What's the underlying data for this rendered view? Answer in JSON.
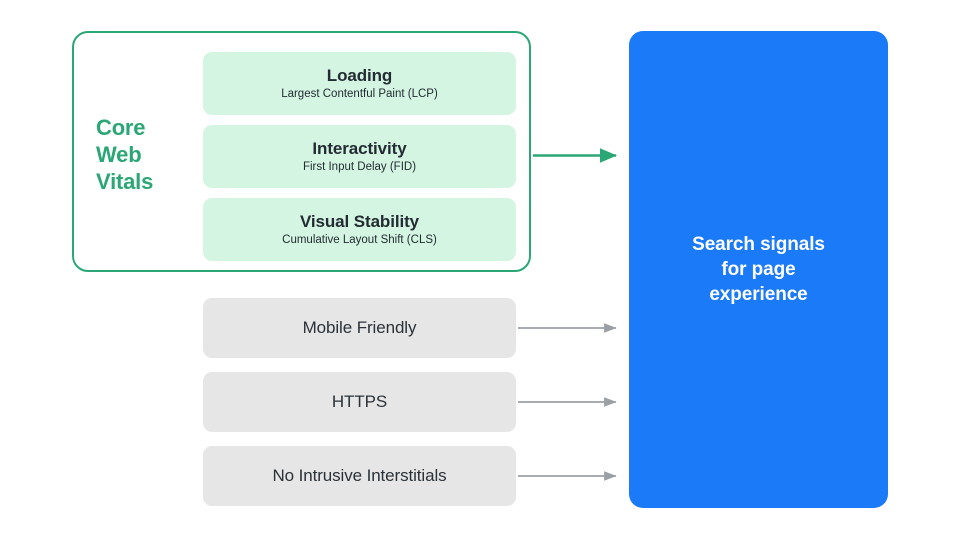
{
  "diagram": {
    "title": "Search signals for page experience",
    "background": "#FFFFFF",
    "colors": {
      "green_accent": "#2BA775",
      "mint_fill": "#D5F5E3",
      "gray_fill": "#E6E6E6",
      "blue_fill": "#1A7AF8",
      "text_dark": "#222C32",
      "text_white": "#FFFFFF",
      "gray_arrow": "#9AA0A6"
    }
  },
  "core_web_vitals": {
    "group_label": "Core\nWeb\nVitals",
    "group_label_lines": [
      "Core",
      "Web",
      "Vitals"
    ],
    "metrics": [
      {
        "title": "Loading",
        "subtitle": "Largest Contentful Paint (LCP)",
        "abbr": "LCP"
      },
      {
        "title": "Interactivity",
        "subtitle": "First Input Delay (FID)",
        "abbr": "FID"
      },
      {
        "title": "Visual Stability",
        "subtitle": "Cumulative Layout Shift (CLS)",
        "abbr": "CLS"
      }
    ]
  },
  "other_signals": [
    {
      "label": "Mobile Friendly"
    },
    {
      "label": "HTTPS"
    },
    {
      "label": "No Intrusive Interstitials"
    }
  ],
  "destination": {
    "label": "Search signals\nfor page\nexperience",
    "lines": [
      "Search signals",
      "for page",
      "experience"
    ]
  },
  "connectors": [
    {
      "name": "core-web-vitals-to-destination",
      "color": "#2BA775",
      "style": "solid"
    },
    {
      "name": "mobile-friendly-to-destination",
      "color": "#9AA0A6",
      "style": "solid"
    },
    {
      "name": "https-to-destination",
      "color": "#9AA0A6",
      "style": "solid"
    },
    {
      "name": "no-intrusive-interstitials-to-destination",
      "color": "#9AA0A6",
      "style": "solid"
    }
  ]
}
